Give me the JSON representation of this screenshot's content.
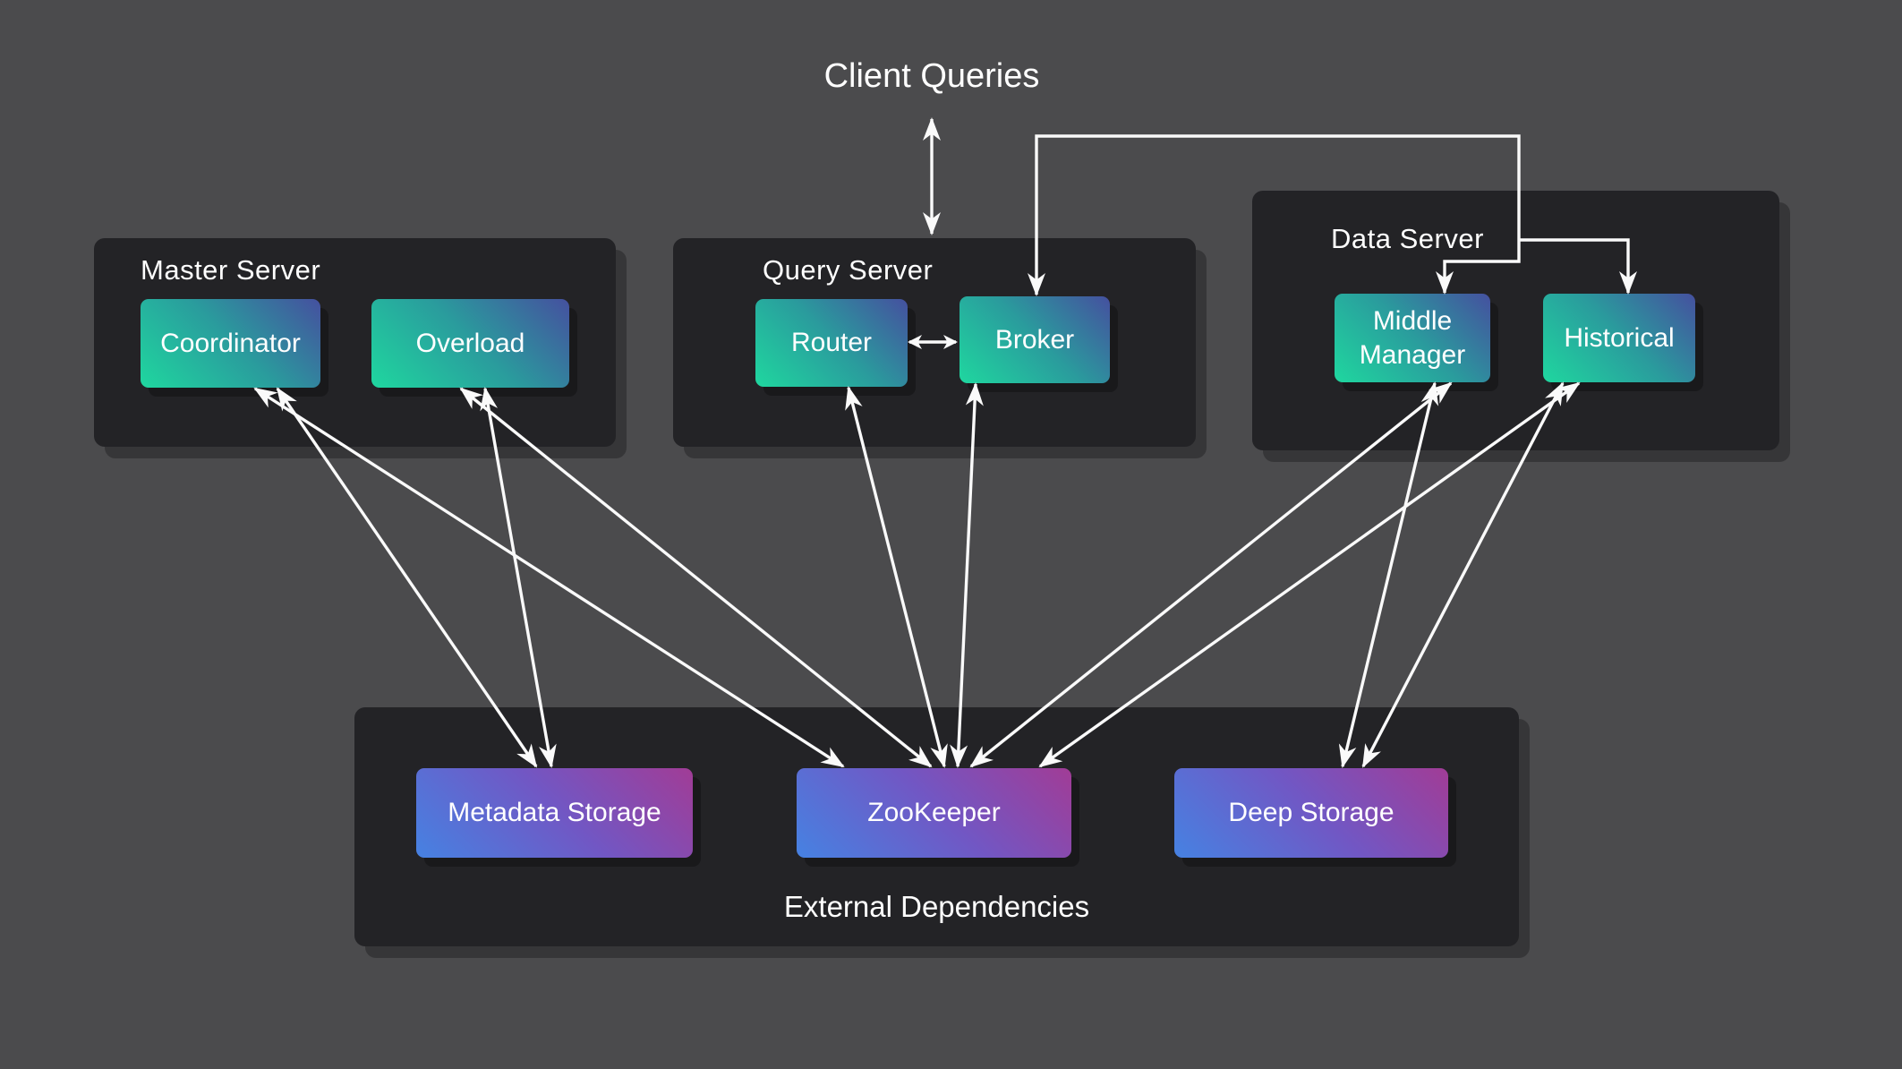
{
  "titles": {
    "client_queries": "Client Queries"
  },
  "panels": {
    "master": {
      "title": "Master Server"
    },
    "query": {
      "title": "Query Server"
    },
    "data": {
      "title": "Data Server"
    },
    "external": {
      "title": "External Dependencies"
    }
  },
  "nodes": {
    "coordinator": {
      "label": "Coordinator"
    },
    "overload": {
      "label": "Overload"
    },
    "router": {
      "label": "Router"
    },
    "broker": {
      "label": "Broker"
    },
    "middle_manager": {
      "label": "Middle Manager"
    },
    "historical": {
      "label": "Historical"
    },
    "metadata_storage": {
      "label": "Metadata Storage"
    },
    "zookeeper": {
      "label": "ZooKeeper"
    },
    "deep_storage": {
      "label": "Deep Storage"
    }
  },
  "colors": {
    "background": "#4b4b4d",
    "panel": "#232326",
    "text": "#ffffff",
    "arrow": "#fafafa",
    "green_a": "#1fd79f",
    "green_b": "#2a9b9d",
    "green_c": "#45509f",
    "purple_a": "#4682e2",
    "purple_b": "#7157c4",
    "purple_c": "#a13c96"
  },
  "connections": [
    {
      "from": "client_queries",
      "to": "query_server_panel",
      "bidirectional": true
    },
    {
      "from": "client_queries_rail",
      "to": "broker",
      "bidirectional": false
    },
    {
      "from": "broker_rail",
      "to": "middle_manager",
      "bidirectional": false
    },
    {
      "from": "broker_rail",
      "to": "historical",
      "bidirectional": false
    },
    {
      "from": "router",
      "to": "broker",
      "bidirectional": true
    },
    {
      "from": "coordinator",
      "to": "metadata_storage",
      "bidirectional": true
    },
    {
      "from": "coordinator",
      "to": "zookeeper",
      "bidirectional": true
    },
    {
      "from": "overload",
      "to": "metadata_storage",
      "bidirectional": true
    },
    {
      "from": "overload",
      "to": "zookeeper",
      "bidirectional": true
    },
    {
      "from": "router",
      "to": "zookeeper",
      "bidirectional": true
    },
    {
      "from": "broker",
      "to": "zookeeper",
      "bidirectional": true
    },
    {
      "from": "middle_manager",
      "to": "zookeeper",
      "bidirectional": true
    },
    {
      "from": "middle_manager",
      "to": "deep_storage",
      "bidirectional": true
    },
    {
      "from": "historical",
      "to": "zookeeper",
      "bidirectional": true
    },
    {
      "from": "historical",
      "to": "deep_storage",
      "bidirectional": true
    }
  ]
}
